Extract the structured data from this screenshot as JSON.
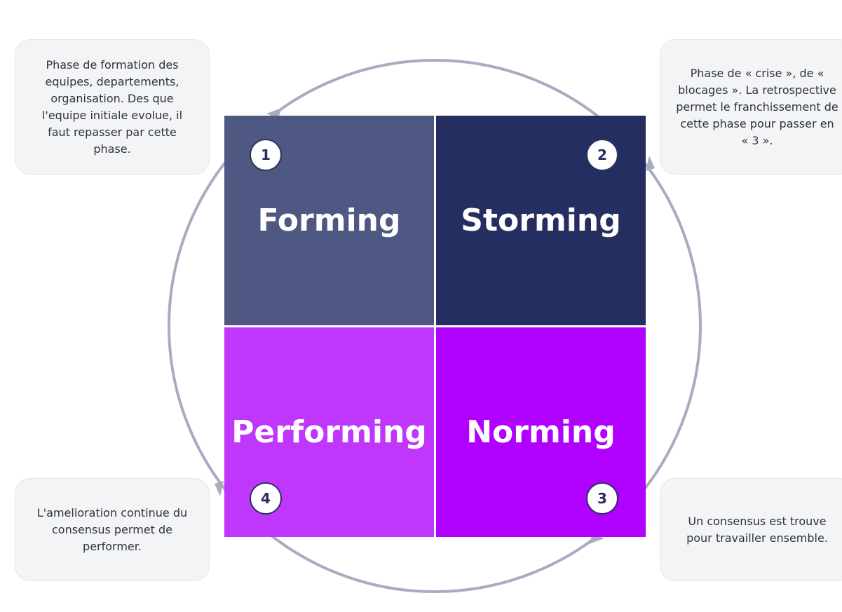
{
  "colors": {
    "ring": "#a9abc0",
    "forming": "#4f5882",
    "storming": "#252e60",
    "norming": "#b000ff",
    "performing": "#bf36fd",
    "badge_border": "#2b3264",
    "note_bg": "#f2f4f6"
  },
  "phases": {
    "forming": {
      "label": "Forming",
      "number": "1"
    },
    "storming": {
      "label": "Storming",
      "number": "2"
    },
    "norming": {
      "label": "Norming",
      "number": "3"
    },
    "performing": {
      "label": "Performing",
      "number": "4"
    }
  },
  "notes": {
    "forming": "Phase de formation des equipes, departements, organisation. Des que l'equipe initiale evolue, il faut repasser par cette phase.",
    "storming": "Phase de « crise », de « blocages ». La retrospective permet le franchissement de cette phase pour passer en « 3 ».",
    "norming": "Un consensus est trouve pour travailler ensemble.",
    "performing": "L'amelioration continue du consensus permet de performer."
  }
}
